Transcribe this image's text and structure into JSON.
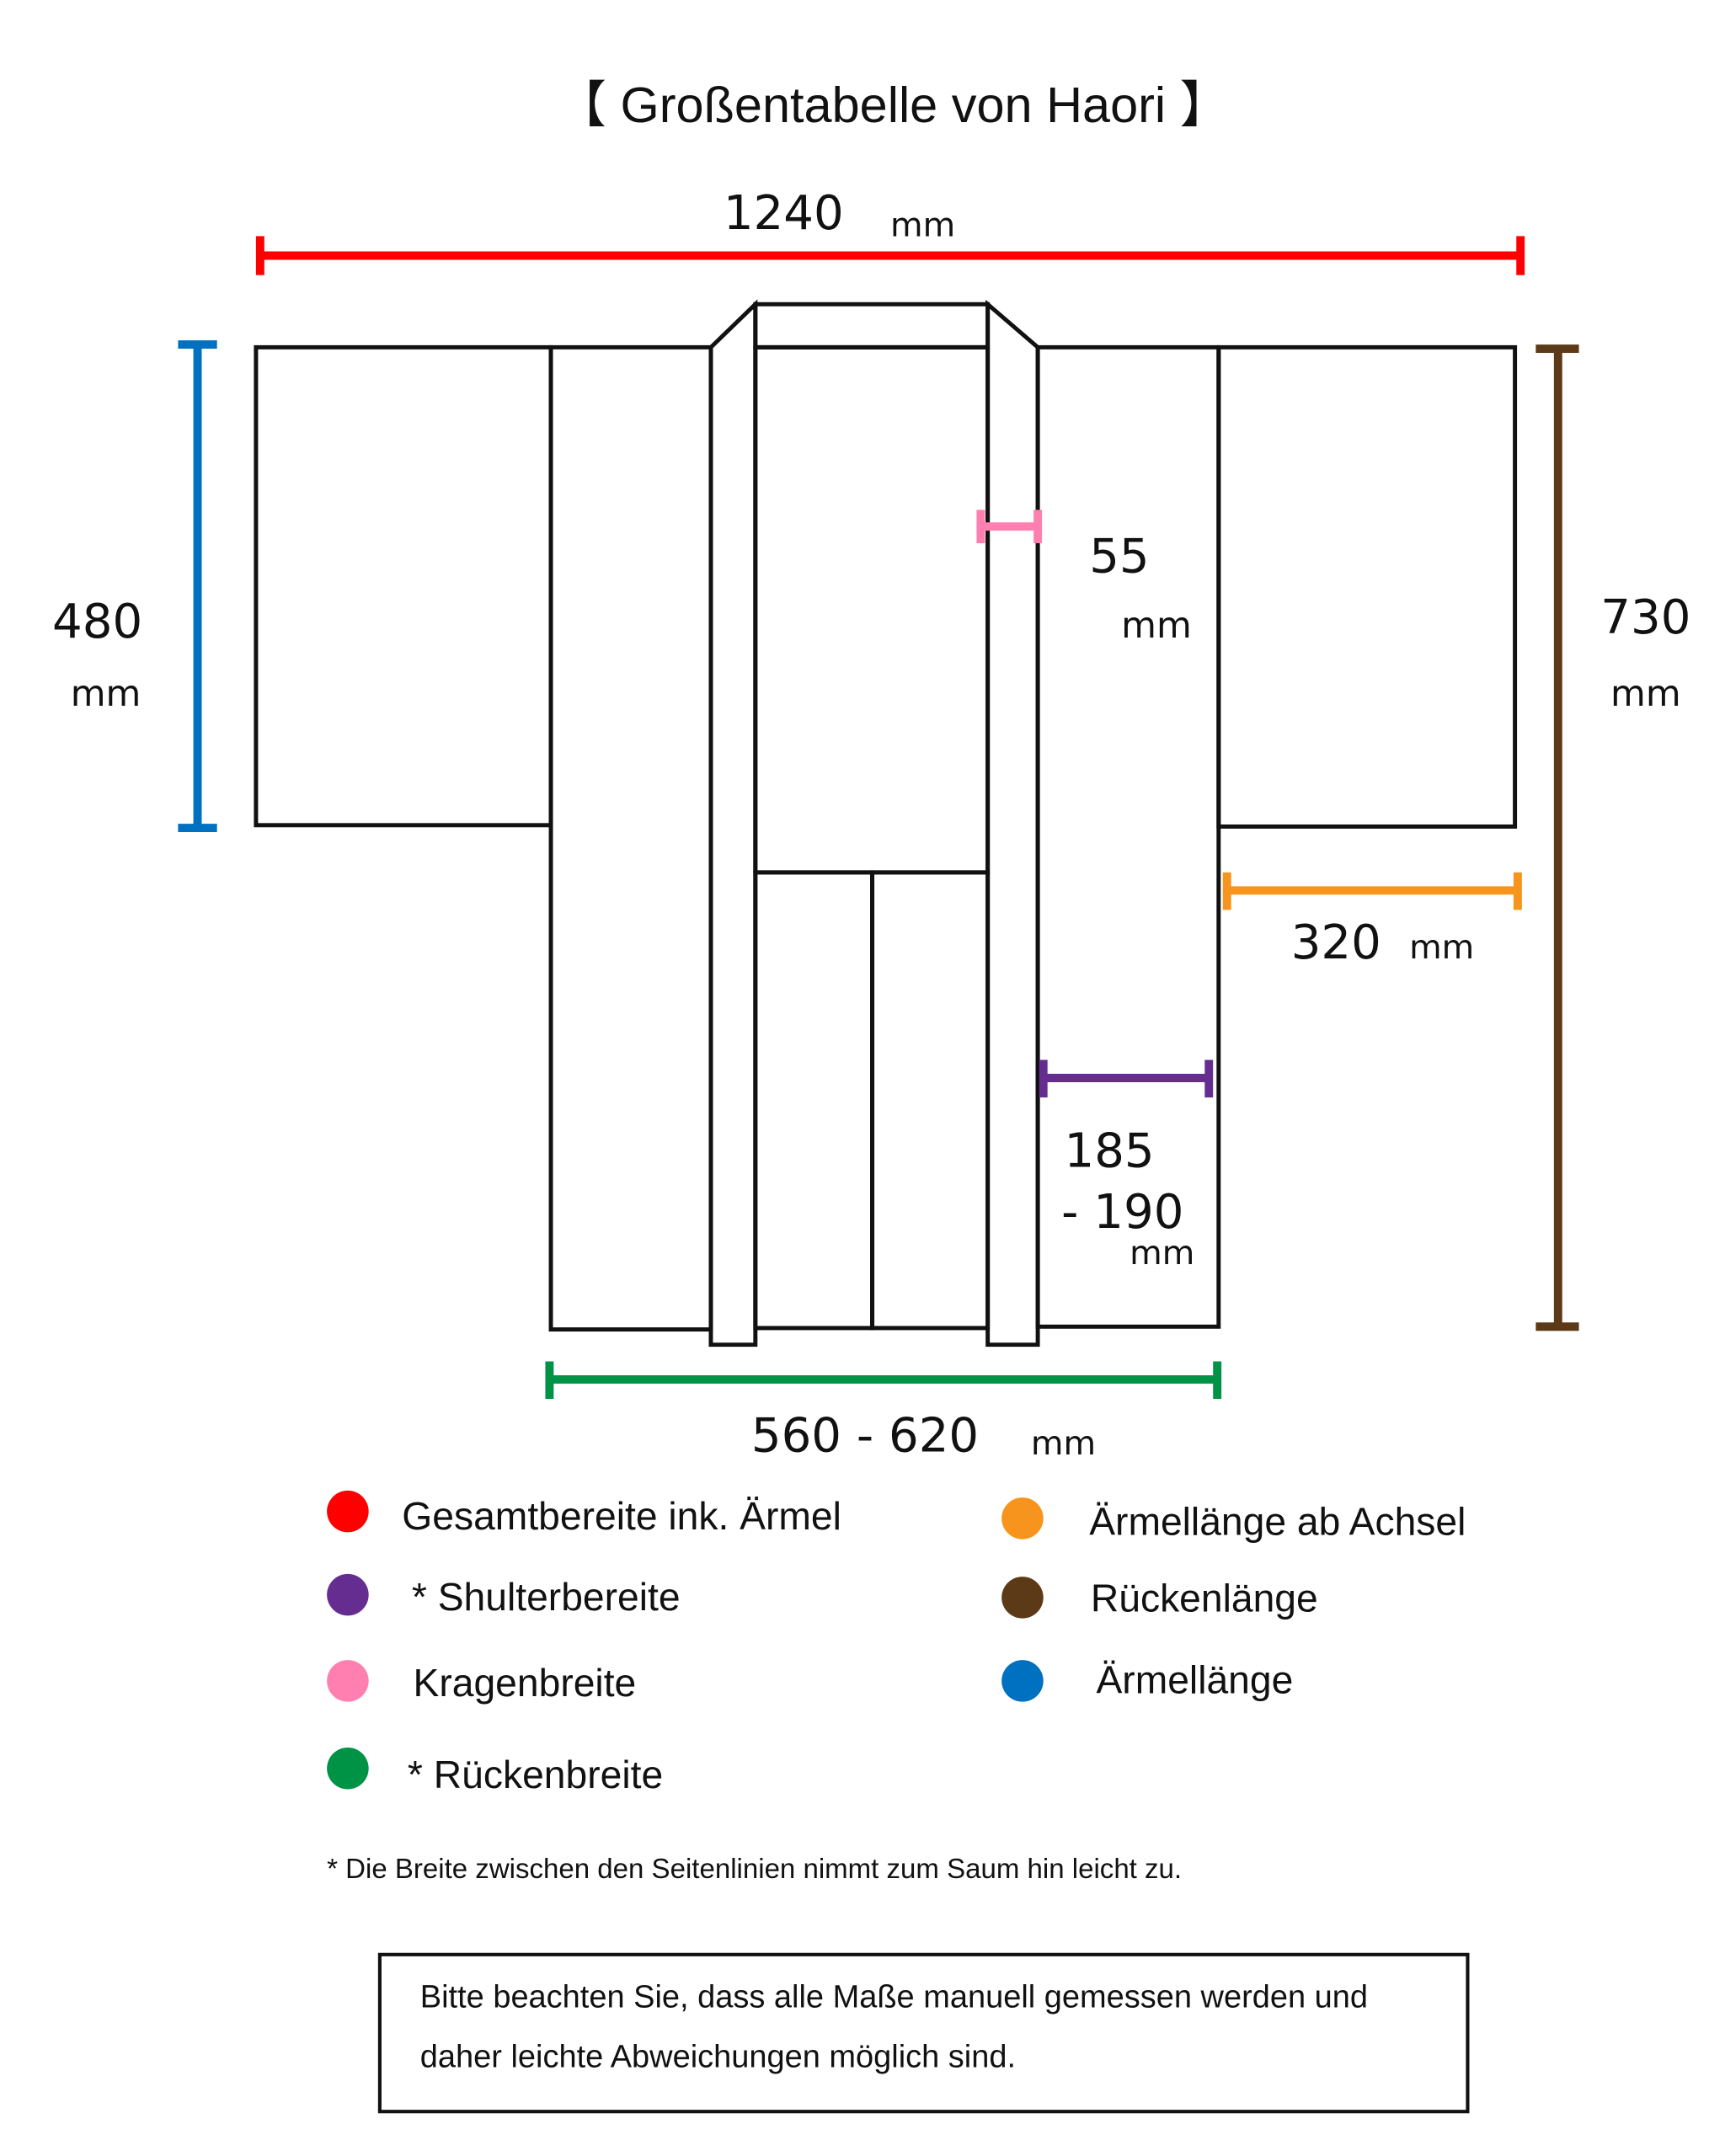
{
  "title": "【 Großentabelle von Haori 】",
  "measurements": {
    "total_width": {
      "value": "1240",
      "unit": "mm",
      "color": "#ff0000"
    },
    "sleeve_length": {
      "value": "480",
      "unit": "mm",
      "color": "#0070c0"
    },
    "back_length": {
      "value": "730",
      "unit": "mm",
      "color": "#5c3a17"
    },
    "collar_width": {
      "value": "55",
      "unit": "mm",
      "color": "#ff80b0"
    },
    "sleeve_from_armpit": {
      "value": "320",
      "unit": "mm",
      "color": "#f7941d"
    },
    "shoulder_width": {
      "value_line1": "185",
      "value_line2": "- 190",
      "unit": "mm",
      "color": "#662d91"
    },
    "back_width": {
      "value": "560 - 620",
      "unit": "mm",
      "color": "#009245"
    }
  },
  "legend": [
    {
      "label": "Gesamtbereite ink. Ärmel",
      "color": "#ff0000"
    },
    {
      "label": "* Shulterbereite",
      "color": "#662d91"
    },
    {
      "label": "Kragenbreite",
      "color": "#ff80b0"
    },
    {
      "label": "* Rückenbreite",
      "color": "#009245"
    },
    {
      "label": "Ärmellänge ab Achsel",
      "color": "#f7941d"
    },
    {
      "label": "Rückenlänge",
      "color": "#5c3a17"
    },
    {
      "label": "Ärmellänge",
      "color": "#0070c0"
    }
  ],
  "footnote": "* Die Breite zwischen den Seitenlinien nimmt zum Saum hin leicht zu.",
  "notice": {
    "line1": "Bitte beachten Sie, dass alle Maße manuell gemessen werden und",
    "line2": "daher leichte Abweichungen möglich sind."
  }
}
